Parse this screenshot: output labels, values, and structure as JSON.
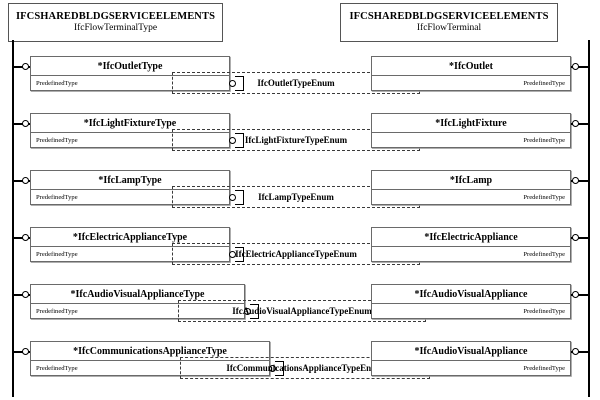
{
  "diagram": {
    "type": "EXPRESS-G entity relationship diagram",
    "left_schema": {
      "schema_name": "IFCSHAREDBLDGSERVICEELEMENTS",
      "entity_name": "IfcFlowTerminalType"
    },
    "right_schema": {
      "schema_name": "IFCSHAREDBLDGSERVICEELEMENTS",
      "entity_name": "IfcFlowTerminal"
    },
    "attribute_label": "PredefinedType",
    "rows": [
      {
        "left_entity": "*IfcOutletType",
        "left_attribute": "PredefinedType",
        "enum": "IfcOutletTypeEnum",
        "right_entity": "*IfcOutlet",
        "right_attribute": "PredefinedType"
      },
      {
        "left_entity": "*IfcLightFixtureType",
        "left_attribute": "PredefinedType",
        "enum": "IfcLightFixtureTypeEnum",
        "right_entity": "*IfcLightFixture",
        "right_attribute": "PredefinedType"
      },
      {
        "left_entity": "*IfcLampType",
        "left_attribute": "PredefinedType",
        "enum": "IfcLampTypeEnum",
        "right_entity": "*IfcLamp",
        "right_attribute": "PredefinedType"
      },
      {
        "left_entity": "*IfcElectricApplianceType",
        "left_attribute": "PredefinedType",
        "enum": "IfcElectricApplianceTypeEnum",
        "right_entity": "*IfcElectricAppliance",
        "right_attribute": "PredefinedType"
      },
      {
        "left_entity": "*IfcAudioVisualApplianceType",
        "left_attribute": "PredefinedType",
        "enum": "IfcAudioVisualApplianceTypeEnum",
        "right_entity": "*IfcAudioVisualAppliance",
        "right_attribute": "PredefinedType"
      },
      {
        "left_entity": "*IfcCommunicationsApplianceType",
        "left_attribute": "PredefinedType",
        "enum": "IfcCommunicationsApplianceTypeEnum",
        "right_entity": "*IfcAudioVisualAppliance",
        "right_attribute": "PredefinedType"
      }
    ]
  },
  "colors": {
    "line": "#000000",
    "box_border": "#6a6a6a",
    "dashed": "#3a3a3a",
    "background": "#ffffff"
  }
}
